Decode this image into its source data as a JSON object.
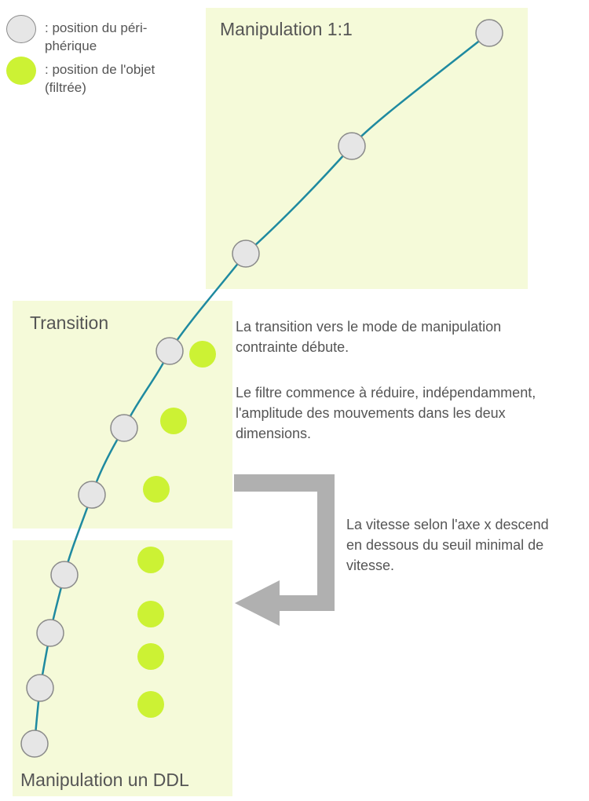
{
  "legend": {
    "device": {
      "label": ": position du péri-\nphérique",
      "fill": "#e6e6e6",
      "stroke": "#8a8a8a"
    },
    "object": {
      "label": ": position de l'objet\n(filtrée)",
      "fill": "#ccf234"
    }
  },
  "zones": {
    "manipulation_1_1": {
      "title": "Manipulation 1:1"
    },
    "transition": {
      "title": "Transition"
    },
    "manipulation_ddl": {
      "title": "Manipulation un DDL"
    }
  },
  "notes": {
    "transition_start": "La transition vers le mode de manipulation\ncontrainte débute.",
    "filter_reduce": "Le filtre commence à réduire, indépendamment,\nl'amplitude des mouvements dans les deux\ndimensions.",
    "speed_threshold": "La vitesse selon l'axe x descend\nen dessous du seuil minimal de\nvitesse."
  },
  "colors": {
    "zone_background": "#f5fad9",
    "trajectory": "#1f8aa0",
    "arrow": "#b0b0b0",
    "text": "#555555"
  },
  "icons": {
    "arrow": "bent-arrow-left"
  }
}
